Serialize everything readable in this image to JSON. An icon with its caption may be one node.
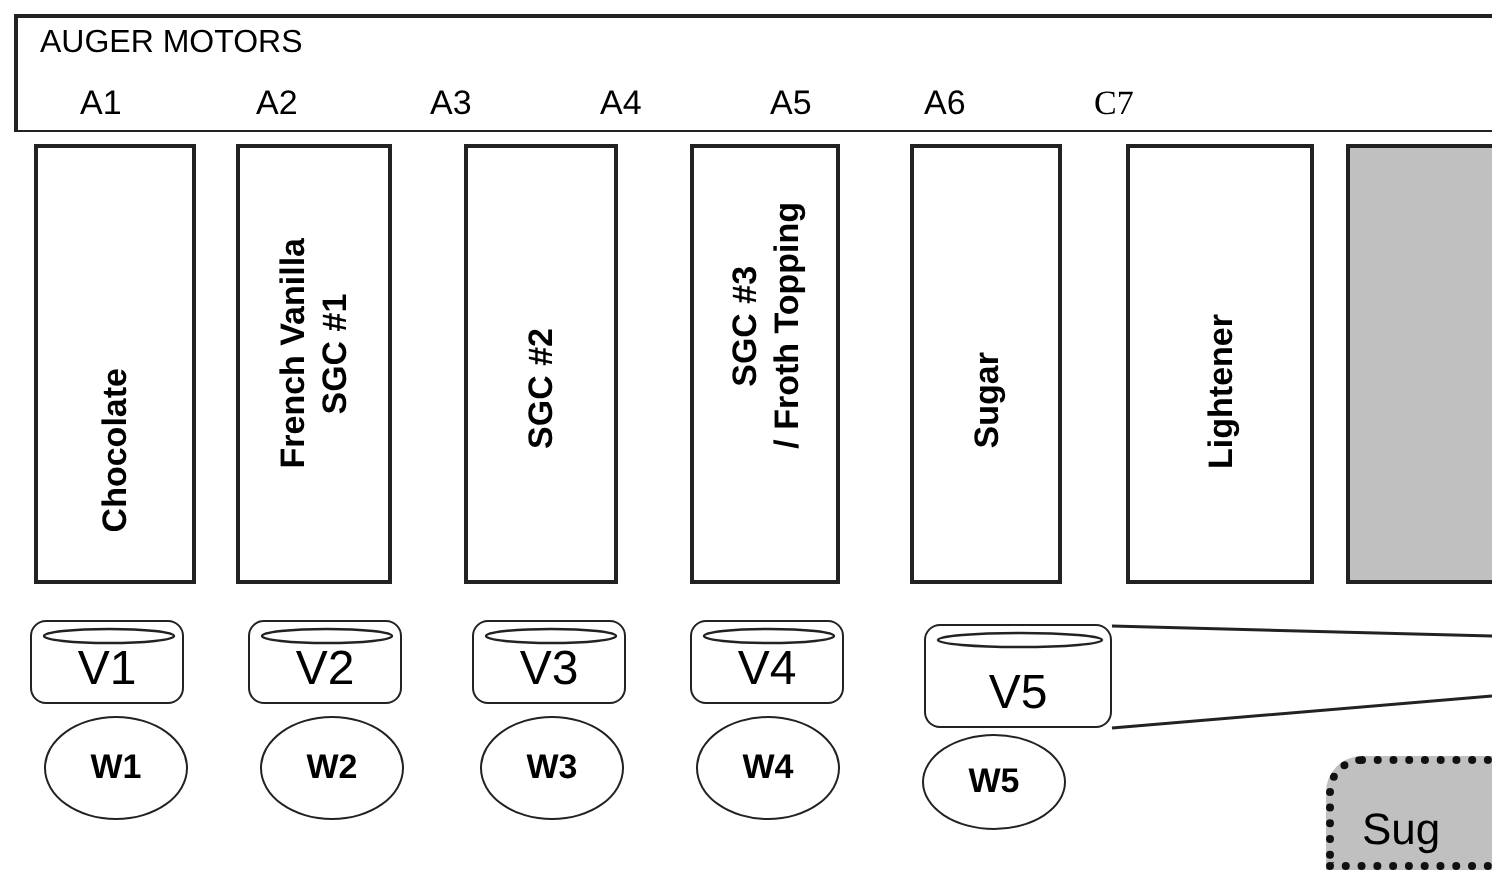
{
  "diagram": {
    "nodes": [
      {
        "text": [
          "AUGER MOTORS"
        ]
      },
      {
        "text": [
          "Chocolate"
        ]
      },
      {
        "text": [
          "French Vanilla SGC #1"
        ]
      },
      {
        "text": [
          "SGC #2"
        ]
      },
      {
        "text": [
          "SGC #3 / Froth Topping"
        ]
      },
      {
        "text": [
          "Sugar"
        ]
      },
      {
        "text": [
          "Lightener"
        ]
      },
      {
        "text": [],
        "shape": "box"
      },
      {
        "text": [
          "V1"
        ]
      },
      {
        "text": [
          "V2"
        ]
      },
      {
        "text": [
          "V3"
        ]
      },
      {
        "text": [
          "V4"
        ]
      },
      {
        "text": [
          "V5"
        ]
      },
      {
        "text": [
          "W1"
        ]
      },
      {
        "text": [
          "W2"
        ]
      },
      {
        "text": [
          "W3"
        ]
      },
      {
        "text": [
          "W4"
        ]
      },
      {
        "text": [
          "W5"
        ]
      },
      {
        "text": [
          "Sug"
        ]
      }
    ],
    "edges": [],
    "labels": [
      "A1",
      "A2",
      "A3",
      "A4",
      "A5",
      "A6",
      "C7"
    ]
  }
}
